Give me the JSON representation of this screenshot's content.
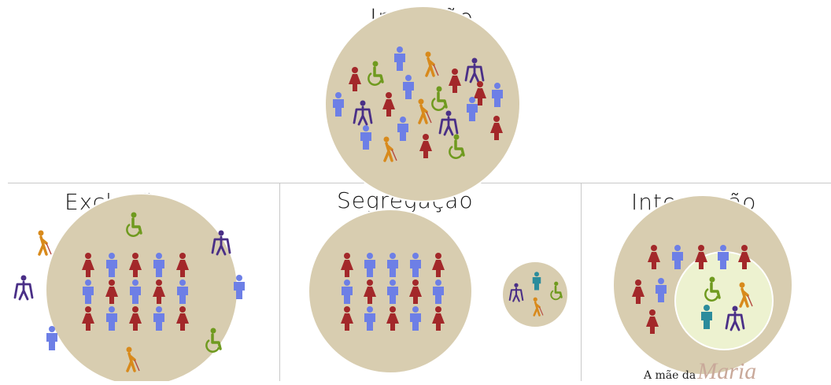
{
  "sections": {
    "inclusion": {
      "title": "Inclusão"
    },
    "exclusion": {
      "title": "Exclusão"
    },
    "segregation": {
      "title": "Segregação"
    },
    "integration": {
      "title": "Integração"
    }
  },
  "brand": {
    "prefix": "A mãe da",
    "script": "Maria"
  },
  "colors": {
    "red": "#a3282a",
    "blue": "#6d7fe6",
    "teal": "#2b8c9c",
    "orange": "#d88a1c",
    "purple": "#4a2f87",
    "green": "#6f9a1f",
    "circle_fill": "#d8cdb0",
    "circle_stroke": "#ffffff",
    "inner_circle_fill": "#edf2d0"
  },
  "icons": [
    "person-female-icon",
    "person-male-icon",
    "wheelchair-user-icon",
    "blind-person-cane-icon",
    "crutches-person-icon"
  ]
}
